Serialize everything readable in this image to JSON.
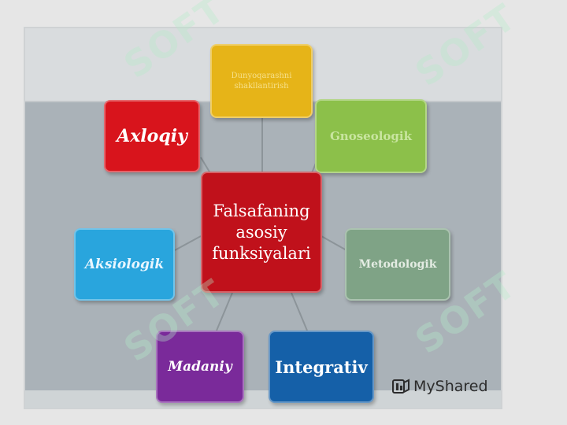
{
  "diagram": {
    "center": {
      "label": "Falsafaning asosiy funksiyalari",
      "color": "#c0111b"
    },
    "nodes": [
      {
        "id": "top",
        "label": "Dunyoqarashni shakllantirish",
        "color": "#e6b418",
        "text_color": "#f6e08a"
      },
      {
        "id": "axloqiy",
        "label": "Axloqiy",
        "color": "#d8141c",
        "text_color": "#ffffff"
      },
      {
        "id": "gnoseologik",
        "label": "Gnoseologik",
        "color": "#8cc04a",
        "text_color": "#c9e5a0"
      },
      {
        "id": "aksiologik",
        "label": "Aksiologik",
        "color": "#29a5dd",
        "text_color": "#e8f6ff"
      },
      {
        "id": "metodologik",
        "label": "Metodologik",
        "color": "#7fa386",
        "text_color": "#e4ece3"
      },
      {
        "id": "madaniy",
        "label": "Madaniy",
        "color": "#7a2a9a",
        "text_color": "#ffffff"
      },
      {
        "id": "integrativ",
        "label": "Integrativ",
        "color": "#1560a8",
        "text_color": "#ffffff"
      }
    ]
  },
  "branding": {
    "logo_text": "MyShared",
    "watermark": "SOFT"
  },
  "colors": {
    "background": "#e6e6e6",
    "slide": "#aab2b8",
    "connector": "#8c9499"
  }
}
